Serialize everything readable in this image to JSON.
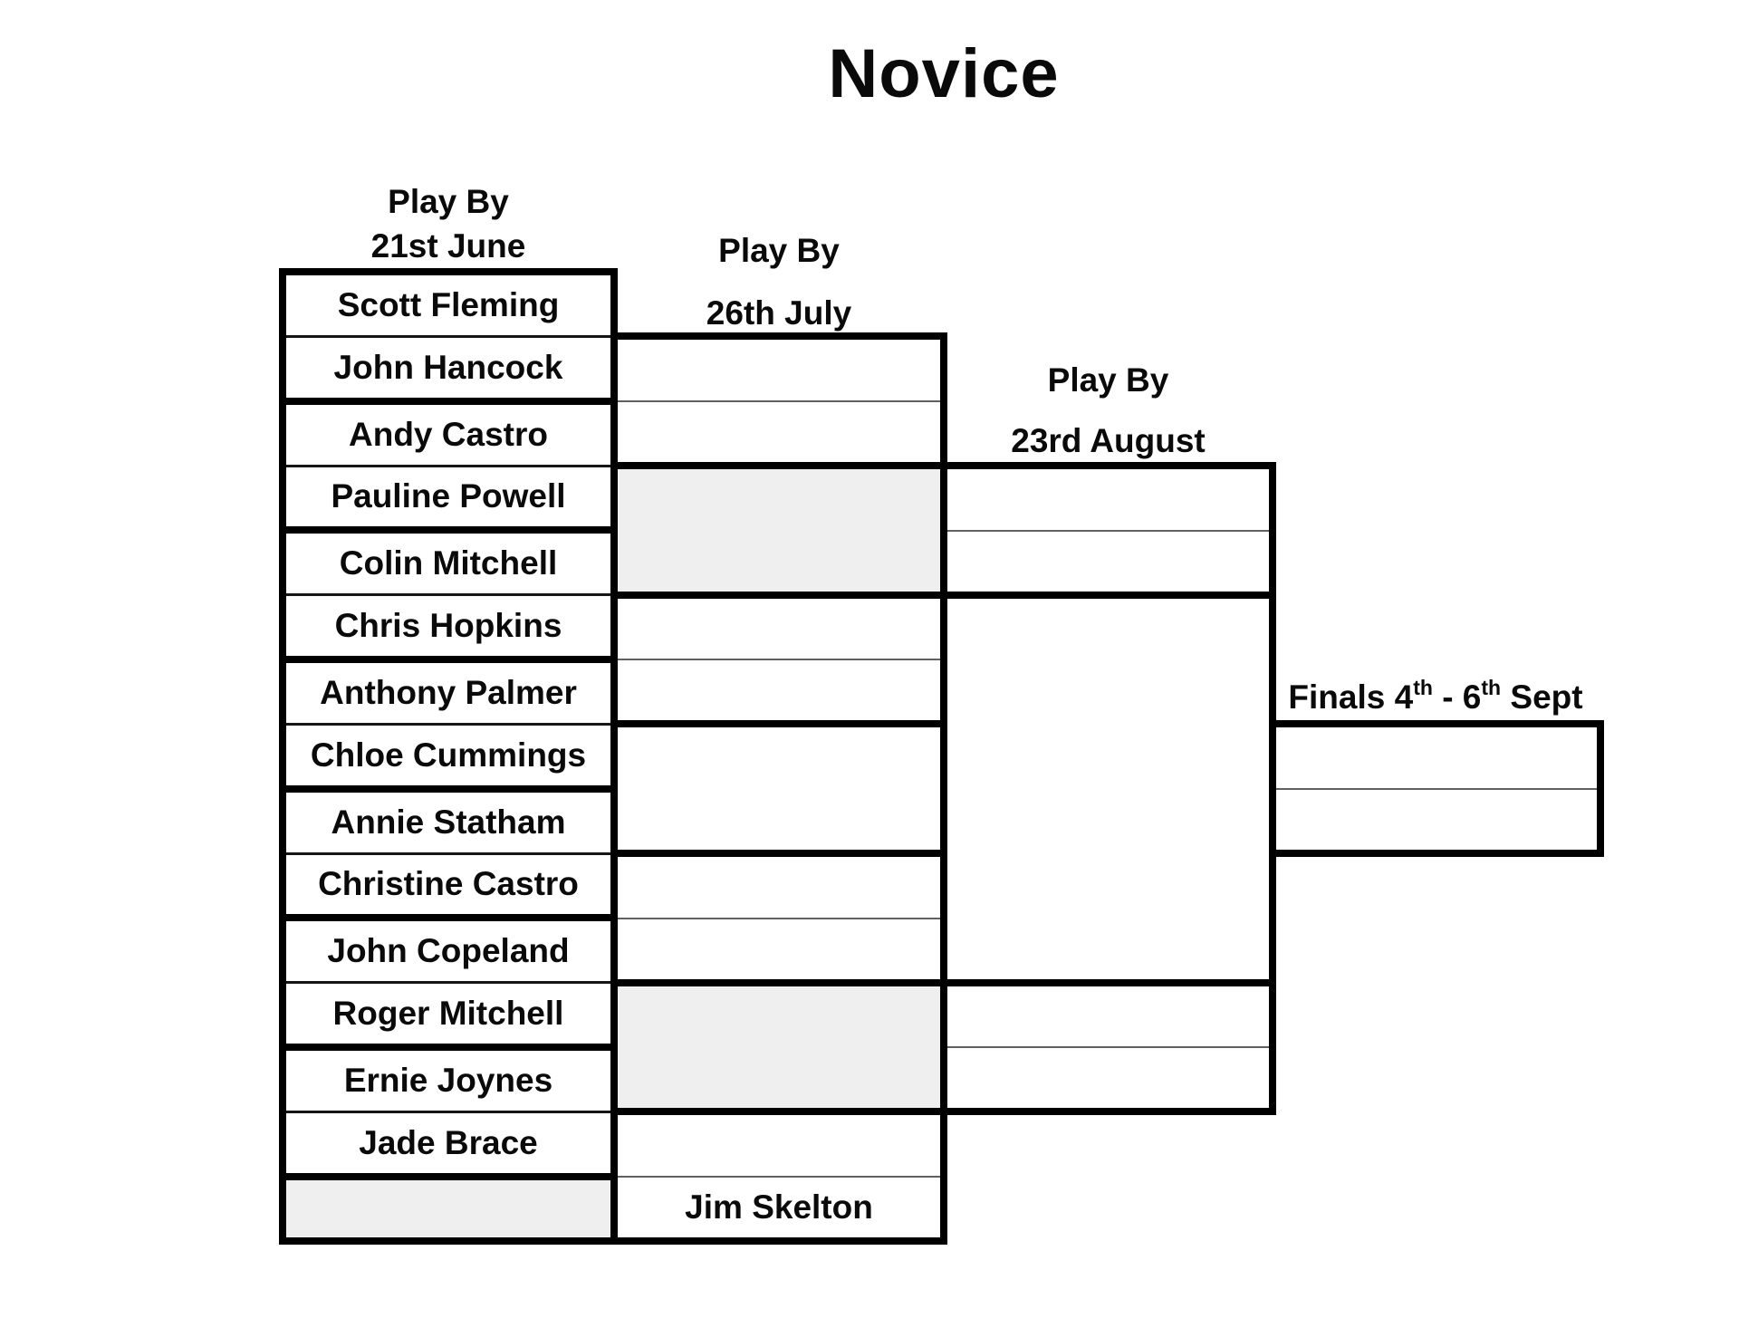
{
  "title": "Novice",
  "colors": {
    "border": "#000000",
    "round1_separator": "#161616",
    "match_separator": "#606060",
    "grey_fill": "#efefef",
    "text": "#0a0a0a",
    "background": "#ffffff"
  },
  "bracket": {
    "round1": {
      "header": {
        "line1": "Play By",
        "line2": "21st June"
      },
      "matches": [
        {
          "p1": "Scott Fleming",
          "p2": "John Hancock"
        },
        {
          "p1": "Andy Castro",
          "p2": "Pauline Powell"
        },
        {
          "p1": "Colin Mitchell",
          "p2": "Chris Hopkins"
        },
        {
          "p1": "Anthony Palmer",
          "p2": "Chloe Cummings"
        },
        {
          "p1": "Annie Statham",
          "p2": "Christine Castro"
        },
        {
          "p1": "John Copeland",
          "p2": "Roger Mitchell"
        },
        {
          "p1": "Ernie Joynes",
          "p2": "Jade Brace"
        }
      ],
      "empty_slot": ""
    },
    "round2": {
      "header": {
        "line1": "Play By",
        "line2": "26th July"
      },
      "prefilled_player": "Jim Skelton"
    },
    "round3": {
      "header": {
        "line1": "Play By",
        "line2": "23rd August"
      }
    },
    "finals": {
      "label_prefix": "Finals 4",
      "label_sup1": "th",
      "label_mid": " - 6",
      "label_sup2": "th",
      "label_tail": " Sept"
    }
  }
}
